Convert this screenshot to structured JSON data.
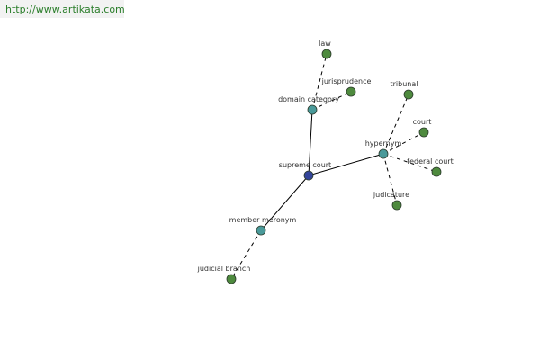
{
  "header": {
    "url": "http://www.artikata.com"
  },
  "colors": {
    "center_node": "#33449a",
    "relation_node": "#4a9a9a",
    "leaf_node": "#4e8a3e",
    "node_stroke": "#2b3a2b",
    "edge": "#000000"
  },
  "graph": {
    "nodes": [
      {
        "id": "supreme-court",
        "label": "supreme court",
        "kind": "center"
      },
      {
        "id": "domain-category",
        "label": "domain category",
        "kind": "relation"
      },
      {
        "id": "hypernym",
        "label": "hypernym",
        "kind": "relation"
      },
      {
        "id": "member-meronym",
        "label": "member meronym",
        "kind": "relation"
      },
      {
        "id": "law",
        "label": "law",
        "kind": "leaf"
      },
      {
        "id": "jurisprudence",
        "label": "jurisprudence",
        "kind": "leaf"
      },
      {
        "id": "tribunal",
        "label": "tribunal",
        "kind": "leaf"
      },
      {
        "id": "court",
        "label": "court",
        "kind": "leaf"
      },
      {
        "id": "federal-court",
        "label": "federal court",
        "kind": "leaf"
      },
      {
        "id": "judicature",
        "label": "judicature",
        "kind": "leaf"
      },
      {
        "id": "judicial-branch",
        "label": "judicial branch",
        "kind": "leaf"
      }
    ],
    "edges": [
      {
        "from": "supreme-court",
        "to": "domain-category",
        "style": "solid"
      },
      {
        "from": "supreme-court",
        "to": "hypernym",
        "style": "solid"
      },
      {
        "from": "supreme-court",
        "to": "member-meronym",
        "style": "solid"
      },
      {
        "from": "domain-category",
        "to": "law",
        "style": "dashed"
      },
      {
        "from": "domain-category",
        "to": "jurisprudence",
        "style": "dashed"
      },
      {
        "from": "hypernym",
        "to": "tribunal",
        "style": "dashed"
      },
      {
        "from": "hypernym",
        "to": "court",
        "style": "dashed"
      },
      {
        "from": "hypernym",
        "to": "federal-court",
        "style": "dashed"
      },
      {
        "from": "hypernym",
        "to": "judicature",
        "style": "dashed"
      },
      {
        "from": "member-meronym",
        "to": "judicial-branch",
        "style": "dashed"
      }
    ]
  }
}
